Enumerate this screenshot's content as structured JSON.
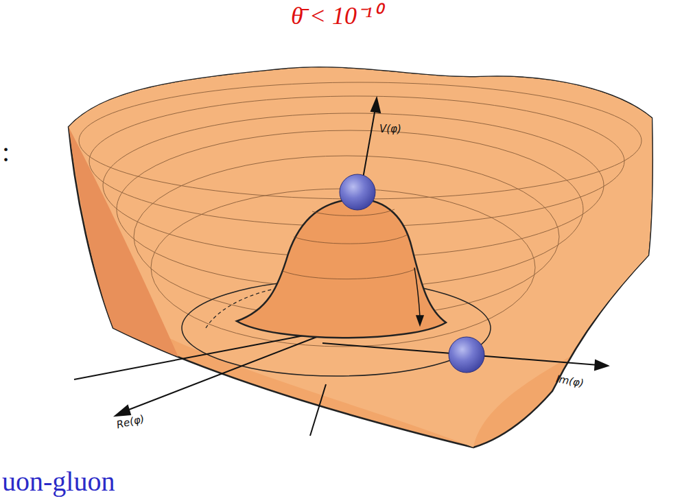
{
  "diagram": {
    "labels": [
      "θ̄ < 10⁻¹⁰",
      "V(φ)",
      "Re(φ)",
      "Im(φ)",
      ":",
      "uon-gluon"
    ]
  }
}
